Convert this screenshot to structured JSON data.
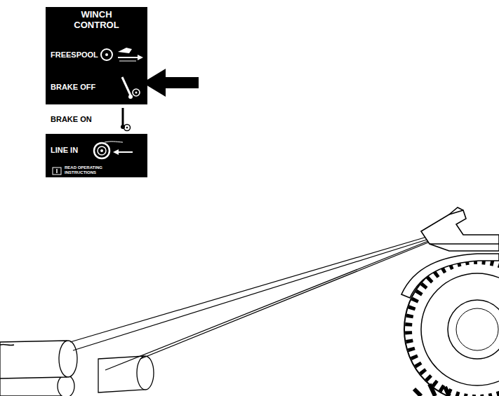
{
  "diagram": {
    "nodes": [
      {
        "text": [
          "WINCH CONTROL"
        ]
      },
      {
        "text": [
          "FREESPOOL"
        ],
        "in": 0
      },
      {
        "text": [
          "BRAKE OFF"
        ],
        "in": 0
      },
      {
        "text": [
          "BRAKE ON"
        ],
        "in": 0
      },
      {
        "text": [
          "LINE IN"
        ],
        "in": 0
      }
    ],
    "labels": [
      "READ OPERATING INSTRUCTIONS"
    ]
  }
}
